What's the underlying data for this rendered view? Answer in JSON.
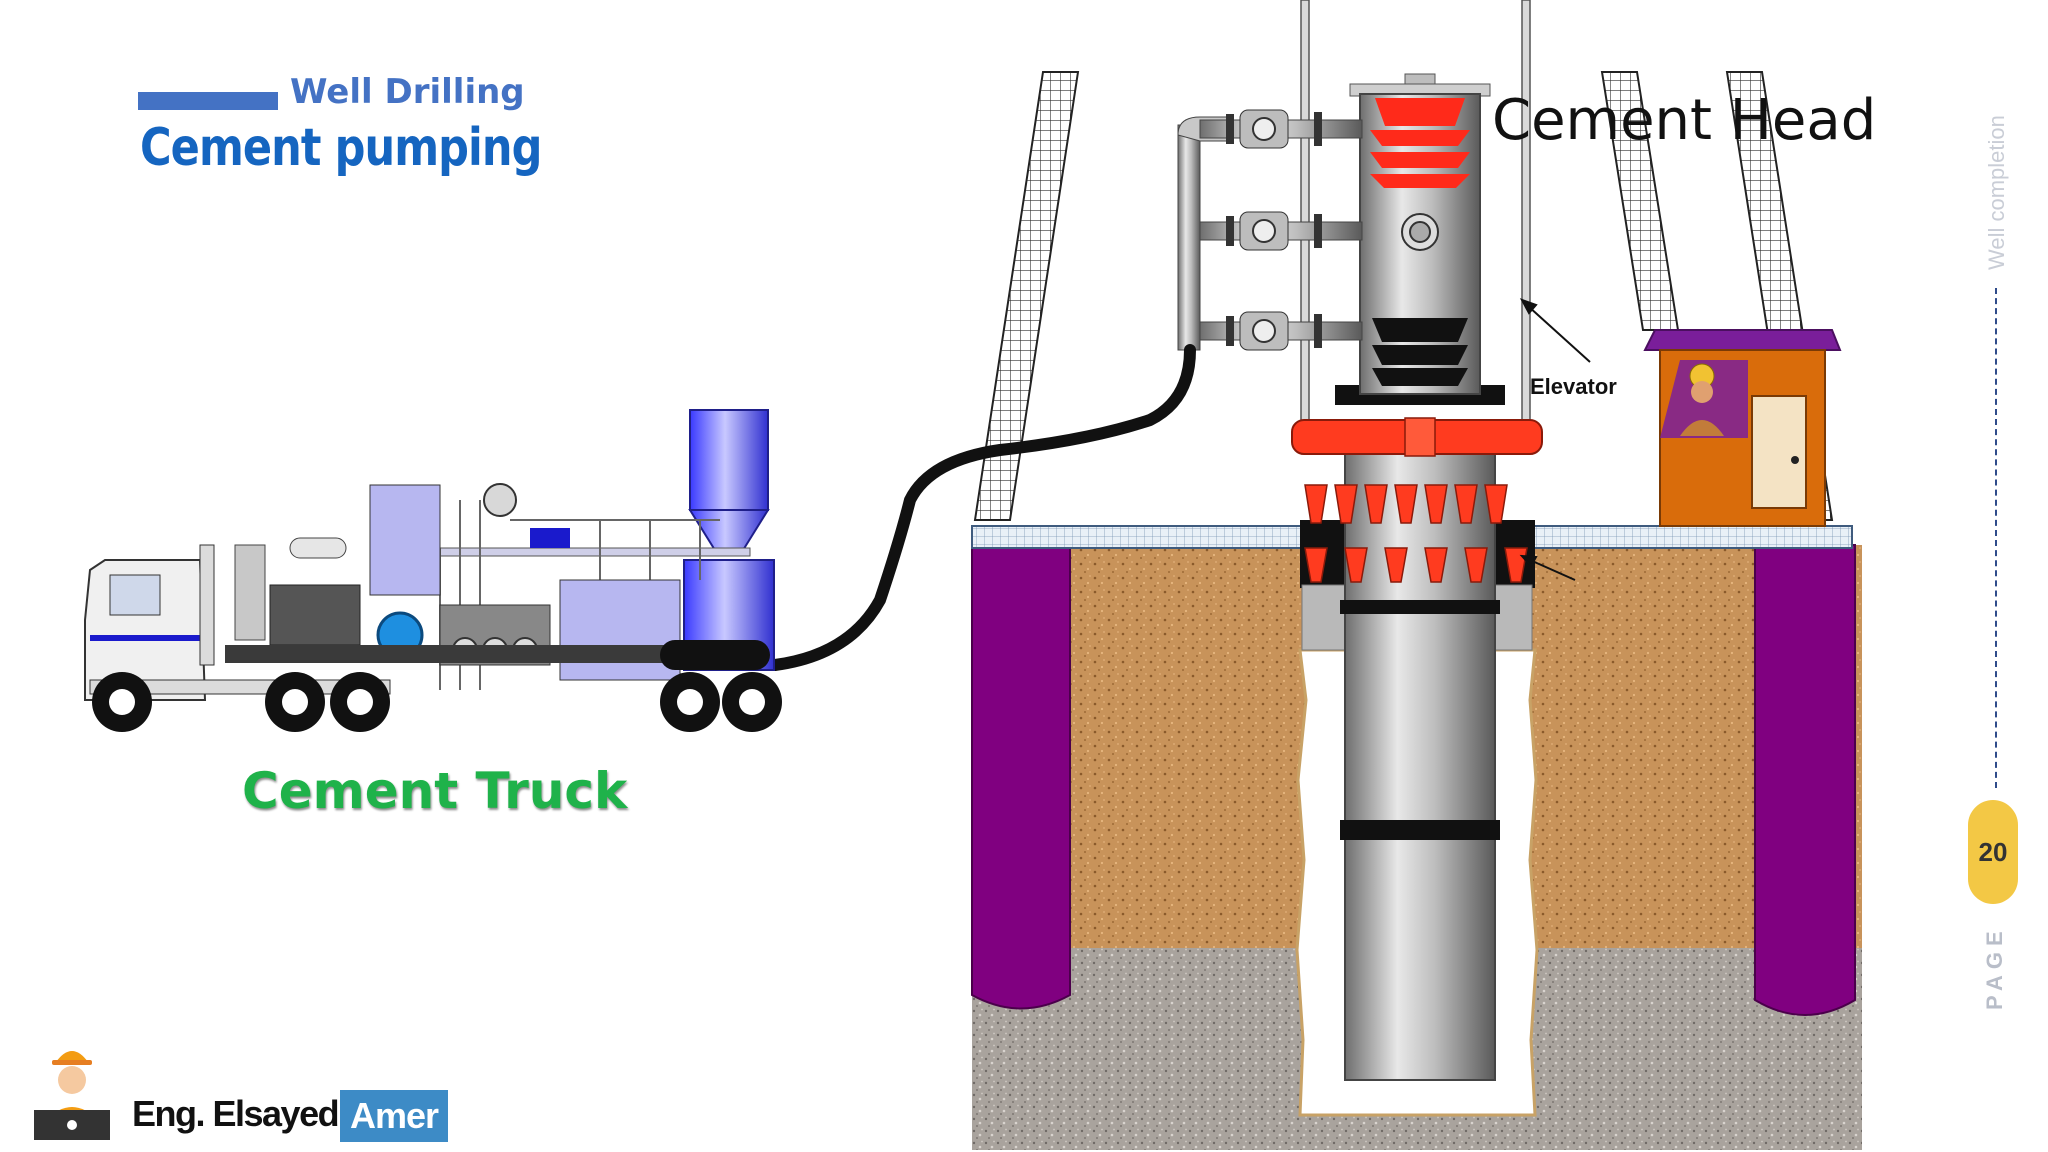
{
  "header": {
    "subtitle": "Well Drilling",
    "title": "Cement pumping"
  },
  "labels": {
    "cement_truck": "Cement Truck",
    "cement_head": "Cement Head",
    "elevator": "Elevator"
  },
  "sidebar": {
    "section": "Well completion",
    "page_number": "20",
    "page_label": "PAGE"
  },
  "footer": {
    "author_first": "Eng. Elsayed",
    "author_last": "Amer"
  },
  "colors": {
    "accent_blue": "#4472c4",
    "title_blue": "#1565c0",
    "truck_label_green": "#1fb24a",
    "casing_support_purple": "#800080",
    "soil_brown": "#c8935a",
    "gravel_gray": "#a9a39d",
    "clamp_red": "#ff3b1f",
    "page_badge_yellow": "#f3c845"
  },
  "icons": [
    "engineer-icon",
    "laptop-icon",
    "cement-truck-icon",
    "operator-icon"
  ]
}
